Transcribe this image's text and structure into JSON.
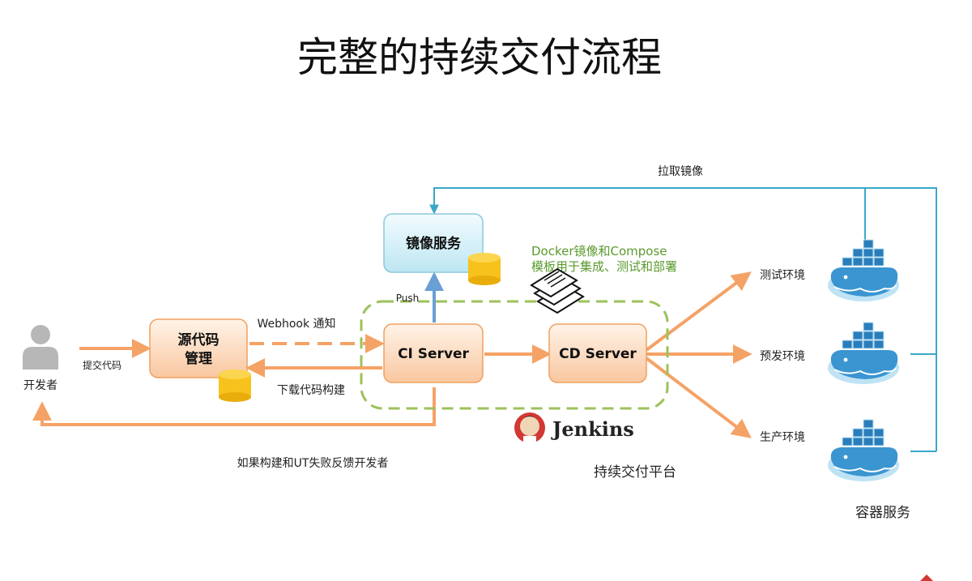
{
  "title": "完整的持续交付流程",
  "nodes": {
    "developer": "开发者",
    "source_line1": "源代码",
    "source_line2": "管理",
    "image_service": "镜像服务",
    "ci_server": "CI Server",
    "cd_server": "CD Server",
    "test_env": "测试环境",
    "staging_env": "预发环境",
    "prod_env": "生产环境",
    "container_service": "容器服务",
    "cd_platform": "持续交付平台"
  },
  "edges": {
    "commit_code": "提交代码",
    "webhook": "Webhook 通知",
    "download_build": "下载代码构建",
    "push": "Push",
    "pull_image": "拉取镜像",
    "feedback": "如果构建和UT失败反馈开发者"
  },
  "notes": {
    "docker_line1": "Docker镜像和Compose",
    "docker_line2": "模板用于集成、测试和部署"
  },
  "logo": {
    "jenkins": "Jenkins"
  },
  "colors": {
    "orange": "#f5a266",
    "orange_box": "#fde3cf",
    "orange_border": "#f0a060",
    "blue_line": "#3aa7c8",
    "blue_box": "#d6f0f8",
    "green_dash": "#9cc25a",
    "green_text": "#5a9a2e",
    "gold": "#f8c21c",
    "push_arrow": "#6a9fd6"
  }
}
